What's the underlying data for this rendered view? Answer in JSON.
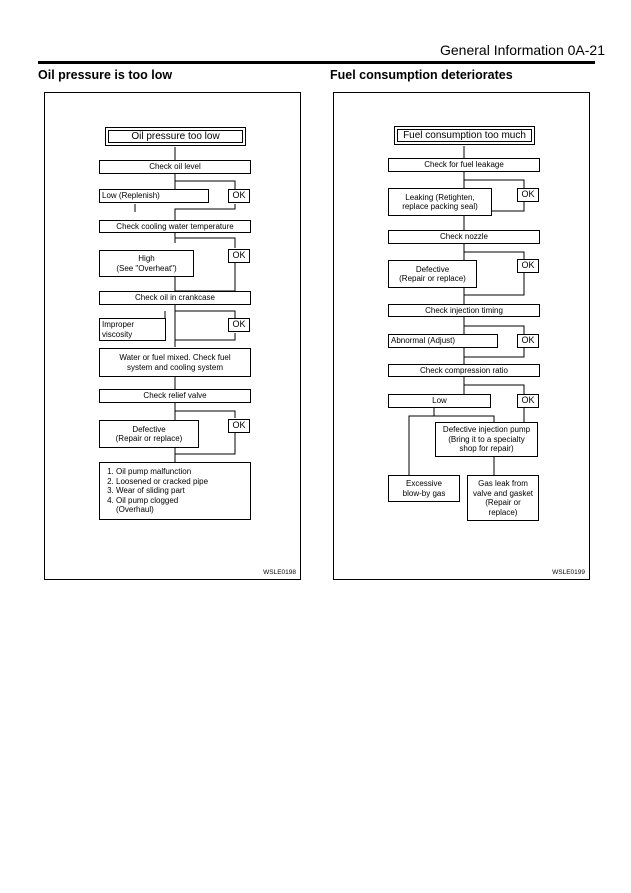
{
  "header": {
    "text": "General Information 0A-21"
  },
  "left": {
    "section_title": "Oil pressure is too low",
    "title_box": "Oil pressure too low",
    "check_oil_level": "Check oil level",
    "low_replenish": "Low (Replenish)",
    "ok1": "OK",
    "check_cooling": "Check cooling water temperature",
    "high_overheat": "High\n(See \"Overheat\")",
    "ok2": "OK",
    "check_crankcase": "Check oil in crankcase",
    "improper_viscosity": "Improper\nviscosity",
    "ok3": "OK",
    "water_fuel_mixed": "Water or fuel mixed. Check fuel\nsystem and cooling system",
    "check_relief": "Check relief valve",
    "defective": "Defective\n(Repair or replace)",
    "ok4": "OK",
    "causes": [
      "Oil pump malfunction",
      "Loosened or cracked pipe",
      "Wear of sliding part",
      "Oil pump clogged\n(Overhaul)"
    ],
    "code": "WSLE0198"
  },
  "right": {
    "section_title": "Fuel consumption deteriorates",
    "title_box": "Fuel consumption too much",
    "check_leakage": "Check for fuel leakage",
    "leaking": "Leaking (Retighten,\nreplace packing seal)",
    "ok1": "OK",
    "check_nozzle": "Check nozzle",
    "defective": "Defective\n(Repair or replace)",
    "ok2": "OK",
    "check_timing": "Check injection timing",
    "abnormal": "Abnormal (Adjust)",
    "ok3": "OK",
    "check_compression": "Check compression ratio",
    "low": "Low",
    "ok4": "OK",
    "defective_pump": "Defective injection pump\n(Bring it to a specialty\nshop for repair)",
    "excessive_blowby": "Excessive\nblow-by gas",
    "gas_leak": "Gas leak from\nvalve and gasket\n(Repair or\nreplace)",
    "code": "WSLE0199"
  }
}
